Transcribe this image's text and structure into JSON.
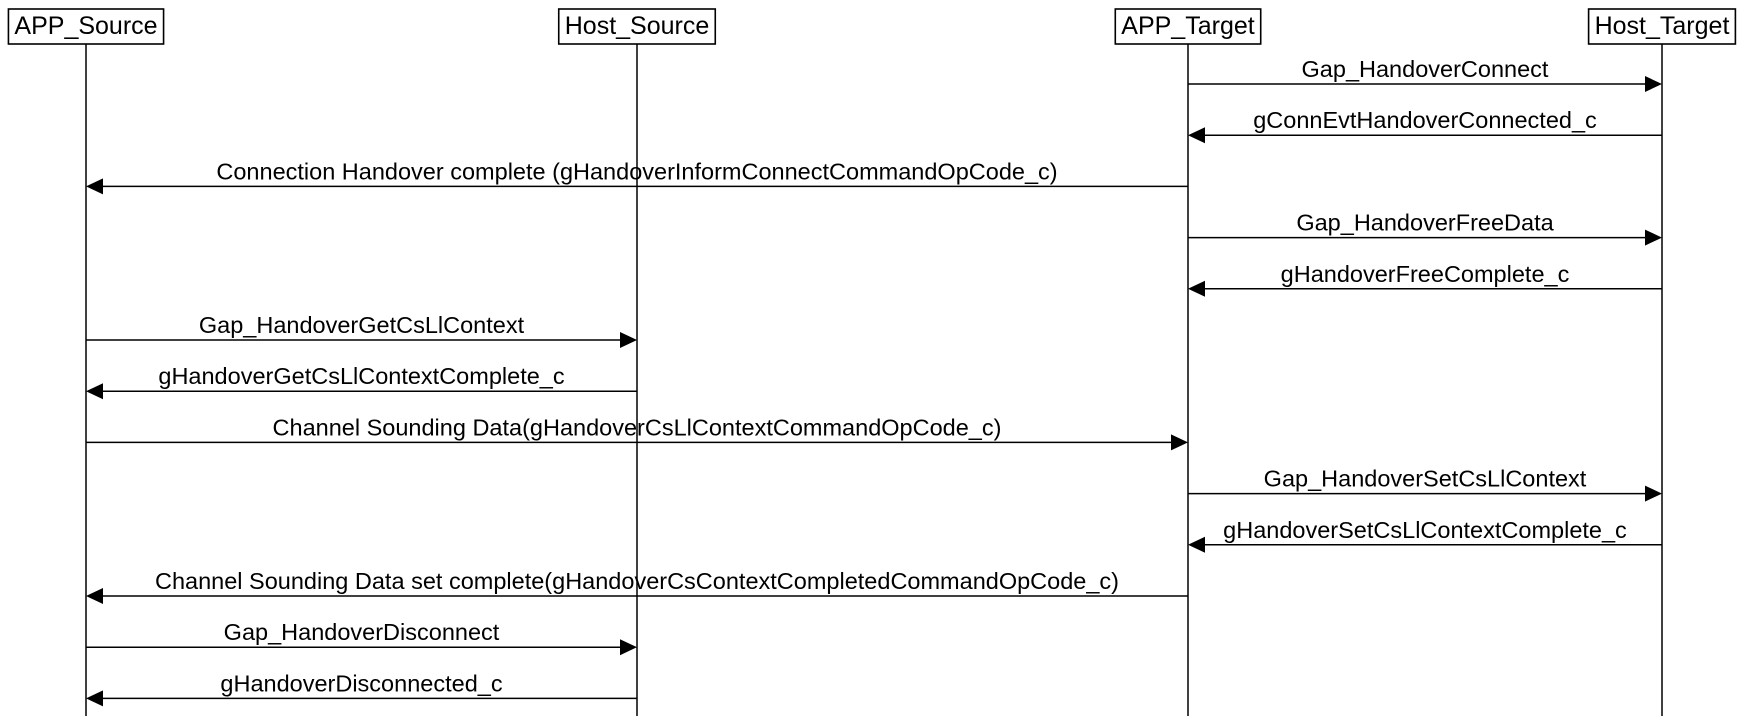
{
  "participants": [
    {
      "id": "app_source",
      "label": "APP_Source"
    },
    {
      "id": "host_source",
      "label": "Host_Source"
    },
    {
      "id": "app_target",
      "label": "APP_Target"
    },
    {
      "id": "host_target",
      "label": "Host_Target"
    }
  ],
  "messages": [
    {
      "from": "app_target",
      "to": "host_target",
      "label": "Gap_HandoverConnect"
    },
    {
      "from": "host_target",
      "to": "app_target",
      "label": "gConnEvtHandoverConnected_c"
    },
    {
      "from": "app_target",
      "to": "app_source",
      "label": "Connection Handover complete (gHandoverInformConnectCommandOpCode_c)"
    },
    {
      "from": "app_target",
      "to": "host_target",
      "label": "Gap_HandoverFreeData"
    },
    {
      "from": "host_target",
      "to": "app_target",
      "label": "gHandoverFreeComplete_c"
    },
    {
      "from": "app_source",
      "to": "host_source",
      "label": "Gap_HandoverGetCsLlContext"
    },
    {
      "from": "host_source",
      "to": "app_source",
      "label": "gHandoverGetCsLlContextComplete_c"
    },
    {
      "from": "app_source",
      "to": "app_target",
      "label": "Channel Sounding Data(gHandoverCsLlContextCommandOpCode_c)"
    },
    {
      "from": "app_target",
      "to": "host_target",
      "label": "Gap_HandoverSetCsLlContext"
    },
    {
      "from": "host_target",
      "to": "app_target",
      "label": "gHandoverSetCsLlContextComplete_c"
    },
    {
      "from": "app_target",
      "to": "app_source",
      "label": "Channel Sounding Data set complete(gHandoverCsContextCompletedCommandOpCode_c)"
    },
    {
      "from": "app_source",
      "to": "host_source",
      "label": "Gap_HandoverDisconnect"
    },
    {
      "from": "host_source",
      "to": "app_source",
      "label": "gHandoverDisconnected_c"
    }
  ]
}
